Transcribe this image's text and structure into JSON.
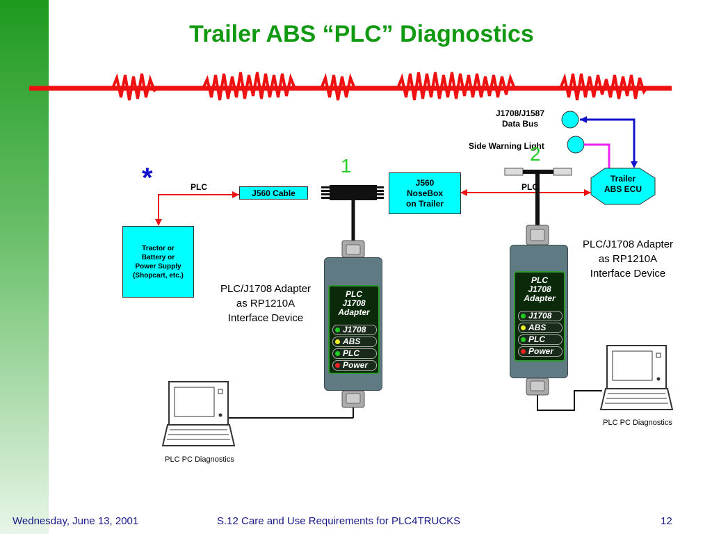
{
  "slide": {
    "title": "Trailer ABS “PLC” Diagnostics",
    "page_number": "12"
  },
  "labels": {
    "data_bus_line1": "J1708/J1587",
    "data_bus_line2": "Data Bus",
    "side_warning_light": "Side Warning Light",
    "marker_1": "1",
    "marker_2": "2",
    "asterisk": "*",
    "plc_left": "PLC",
    "plc_right": "PLC",
    "j560_cable": "J560 Cable",
    "nosebox_line1": "J560",
    "nosebox_line2": "NoseBox",
    "nosebox_line3": "on Trailer",
    "ecu_line1": "Trailer",
    "ecu_line2": "ABS ECU",
    "power_line1": "Tractor or",
    "power_line2": "Battery or",
    "power_line3": "Power Supply",
    "power_line4": "(Shopcart, etc.)",
    "adapter_desc_left_1": "PLC/J1708 Adapter",
    "adapter_desc_left_2": "as RP1210A",
    "adapter_desc_left_3": "Interface Device",
    "adapter_desc_right_1": "PLC/J1708 Adapter",
    "adapter_desc_right_2": "as RP1210A",
    "adapter_desc_right_3": "Interface Device",
    "pc_left": "PLC PC Diagnostics",
    "pc_right": "PLC PC Diagnostics"
  },
  "adapter": {
    "title1": "PLC",
    "title2": "J1708",
    "title3": "Adapter",
    "leds": [
      {
        "label": "J1708",
        "color": "#22cc22"
      },
      {
        "label": "ABS",
        "color": "#eeee22"
      },
      {
        "label": "PLC",
        "color": "#22cc22"
      },
      {
        "label": "Power",
        "color": "#ee2222"
      }
    ]
  },
  "footer": {
    "date": "Wednesday, June 13, 2001",
    "caption": "S.12 Care and Use Requirements for PLC4TRUCKS",
    "page": "12"
  },
  "colors": {
    "title": "#119911",
    "accent_red": "#ee1111",
    "box_cyan": "#00ffff",
    "bus_blue": "#1111cc",
    "magenta": "#ee22ee",
    "marker_green": "#22cc22",
    "footer_text": "#1a1a8a"
  }
}
